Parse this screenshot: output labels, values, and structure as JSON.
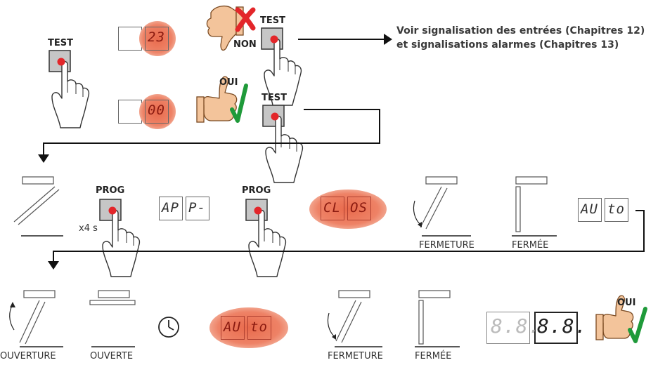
{
  "labels": {
    "test": "TEST",
    "non": "NON",
    "oui": "OUI",
    "prog": "PROG",
    "x4s": "x4 s"
  },
  "note": {
    "line1": "Voir signalisation des entrées (Chapitres 12)",
    "line2": "et signalisations alarmes (Chapitres 13)"
  },
  "displays": {
    "d23": "23",
    "d00": "00",
    "ap_left": "AP",
    "ap_right": "P-",
    "clos_left": "CL",
    "clos_right": "OS",
    "auto_left": "AU",
    "auto_right": "to",
    "auto2_left": "AU",
    "auto2_right": "to",
    "test_left": "8.8.",
    "test_right": "8.8."
  },
  "captions": {
    "fermeture1": "FERMETURE",
    "fermee1": "FERMÉE",
    "ouverture": "OUVERTURE",
    "ouverte": "OUVERTE",
    "fermeture2": "FERMETURE",
    "fermee2": "FERMÉE"
  },
  "colors": {
    "check": "#1f9a3a",
    "cross": "#e3262a",
    "led": "#e3262a",
    "glow": "#ee8266"
  }
}
